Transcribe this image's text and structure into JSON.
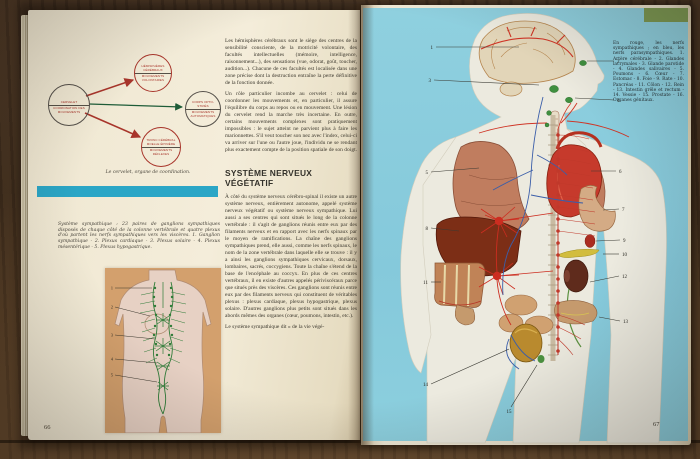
{
  "book": {
    "left_page": {
      "page_number": "66",
      "diagram": {
        "center": {
          "line1": "CERVELET",
          "line2": "COORDINATION DES MOUVEMENTS"
        },
        "top": {
          "line1": "HÉMISPHÈRES CÉRÉBRAUX",
          "line2": "MOUVEMENTS VOLONTAIRES"
        },
        "middle": {
          "line1": "CORPS OPTO-STRIÉS",
          "line2": "MOUVEMENTS AUTOMATIQUES"
        },
        "bottom": {
          "line1": "TRONC CÉRÉBRAL MOELLE ÉPINIÈRE",
          "line2": "MOUVEMENTS RÉFLEXES"
        },
        "caption": "Le cervelet, organe de coordination."
      },
      "intro_paragraphs": [
        "Les hémisphères cérébraux sont le siège des centres de la sensibilité consciente, de la motricité volontaire, des facultés intellectuelles (mémoire, intelligence, raisonnement...), des sensations (vue, odorat, goût, toucher, audition...). Chacune de ces facultés est localisée dans une zone précise dont la destruction entraîne la perte définitive de la fonction donnée.",
        "Un rôle particulier incombe au cervelet : celui de coordonner les mouvements et, en particulier, il assure l'équilibre du corps au repos ou en mouvement. Une lésion du cervelet rend la marche très incertaine. En outre, certains mouvements complexes sont pratiquement impossibles : le sujet atteint ne parvient plus à faire les marionnettes. S'il veut toucher son nez avec l'index, celui-ci va arriver sur l'une ou l'autre joue, l'individu ne se rendant plus exactement compte de la position spatiale de son doigt."
      ],
      "section_heading": "SYSTÈME NERVEUX VÉGÉTATIF",
      "section_paragraphs": [
        "À côté du système nerveux cérébro-spinal il existe un autre système nerveux, entièrement autonome, appelé système nerveux végétatif ou système nerveux sympathique. Lui aussi a ses centres qui sont situés le long de la colonne vertébrale : il s'agit de ganglions réunis entre eux par des filaments nerveux et en rapport avec les nerfs spinaux par le moyen de ramifications. La chaîne des ganglions sympathiques prend, elle aussi, comme les nerfs spinaux, le nom de la zone vertébrale dans laquelle elle se trouve : il y a ainsi les ganglions sympathiques cervicaux, dorsaux, lombaires, sacrés, coccygiens. Toute la chaîne s'étend de la base de l'encéphale au coccyx. En plus de ces centres vertébraux, il en existe d'autres appelés périviscéraux parce que situés près des viscères. Ces ganglions sont réunis entre eux par des filaments nerveux qui constituent de véritables plexus : plexus cardiaque, plexus hypogastrique, plexus solaire. D'autres ganglions plus petits sont situés dans les abords mêmes des organes (cœur, poumons, intestin, etc.).",
        "Le système sympathique dit « de la vie végé-"
      ],
      "figure_caption": "Système sympathique : 23 paires de ganglions sympathiques disposés de chaque côté de la colonne vertébrale et quatre plexus d'où partent les nerfs sympathiques vers les viscères. 1. Ganglion sympathique - 2. Plexus cardiaque - 3. Plexus solaire - 4. Plexus mésentérique - 5. Plexus hypogastrique.",
      "figure_markers": [
        "1",
        "2",
        "3",
        "4",
        "5"
      ]
    },
    "right_page": {
      "page_number": "67",
      "legend": "En rouge, les nerfs sympathiques ; en bleu, les nerfs parasympathiques. 1. Artère cérébrale - 2. Glandes lacrymales - 3. Glande parotide - 4. Glandes salivaires - 5. Poumons - 6. Cœur - 7. Estomac - 8. Foie - 9. Rate - 10. Pancréas - 11. Côlon - 12. Rein - 13. Intestin grêle et rectum - 14. Vessie - 15. Prostate - 16. Organes génitaux.",
      "markers": [
        "1",
        "2",
        "3",
        "4",
        "5",
        "6",
        "7",
        "8",
        "9",
        "10",
        "11",
        "12",
        "13",
        "14",
        "15"
      ]
    }
  },
  "colors": {
    "plate_cyan": "#8ccddd",
    "accent_bar_cyan": "#2ba6c6",
    "sympathetic_red": "#c0392b",
    "parasympathetic_blue": "#3b5ea9",
    "gland_green": "#3f8f3f",
    "diagram_red": "#a8352b",
    "diagram_green": "#2e7d3a"
  }
}
